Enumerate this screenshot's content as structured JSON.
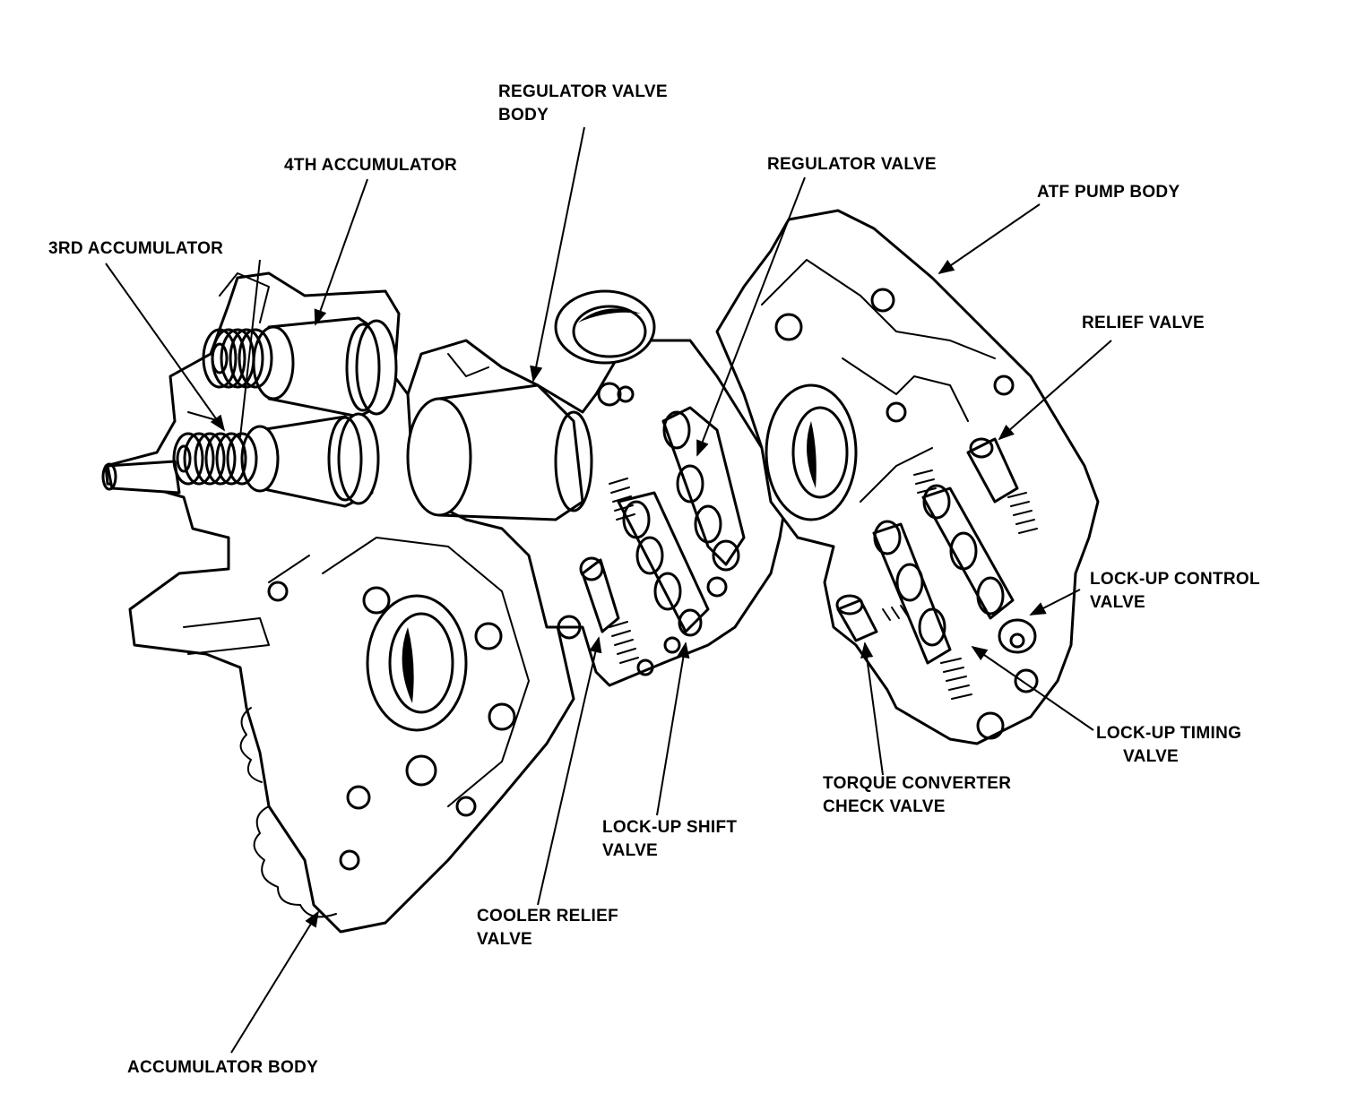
{
  "labels": {
    "regulator_valve_body": [
      "REGULATOR VALVE",
      "BODY"
    ],
    "fourth_accumulator": [
      "4TH ACCUMULATOR"
    ],
    "third_accumulator": [
      "3RD ACCUMULATOR"
    ],
    "regulator_valve": [
      "REGULATOR VALVE"
    ],
    "atf_pump_body": [
      "ATF PUMP BODY"
    ],
    "relief_valve": [
      "RELIEF VALVE"
    ],
    "lockup_control_valve": [
      "LOCK-UP CONTROL",
      "VALVE"
    ],
    "lockup_timing_valve": [
      "LOCK-UP TIMING",
      "VALVE"
    ],
    "torque_converter_check_valve": [
      "TORQUE CONVERTER",
      "CHECK VALVE"
    ],
    "lockup_shift_valve": [
      "LOCK-UP SHIFT",
      "VALVE"
    ],
    "cooler_relief_valve": [
      "COOLER RELIEF",
      "VALVE"
    ],
    "accumulator_body": [
      "ACCUMULATOR BODY"
    ]
  }
}
